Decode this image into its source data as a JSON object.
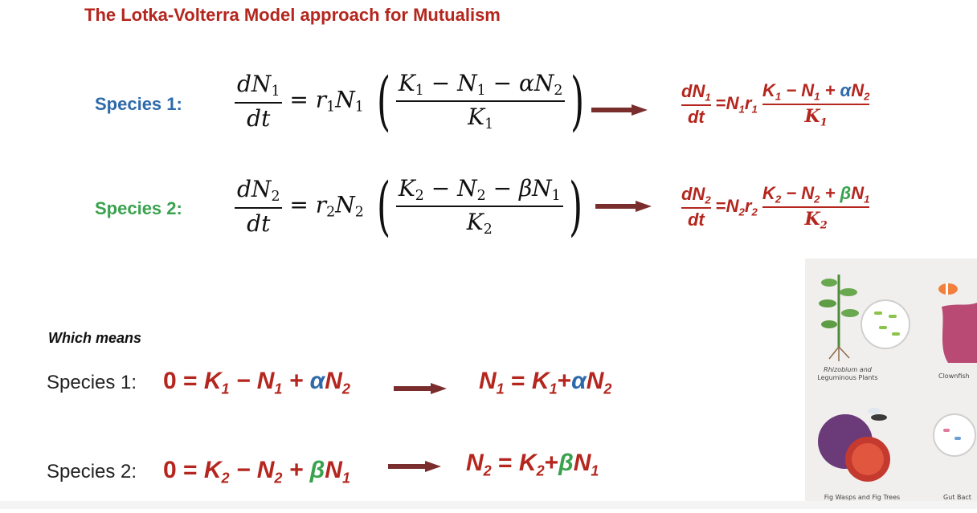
{
  "title": "The Lotka-Volterra Model approach for Mutualism",
  "species1_label": "Species 1:",
  "species2_label": "Species 2:",
  "which_means": "Which means",
  "line1_label": "Species 1:",
  "line2_label": "Species 2:",
  "illustration": {
    "captions": {
      "rhizobium_line1": "Rhizobium and",
      "rhizobium_line2": "Leguminous Plants",
      "clownfish": "Clownfish",
      "fig": "Fig Wasps and Fig Trees",
      "gut": "Gut Bact"
    }
  },
  "colors": {
    "title": "#b4261e",
    "species1": "#2e6aaa",
    "species2": "#3aa24f",
    "equation_red": "#b4261e",
    "arrow": "#7a2d2d"
  }
}
